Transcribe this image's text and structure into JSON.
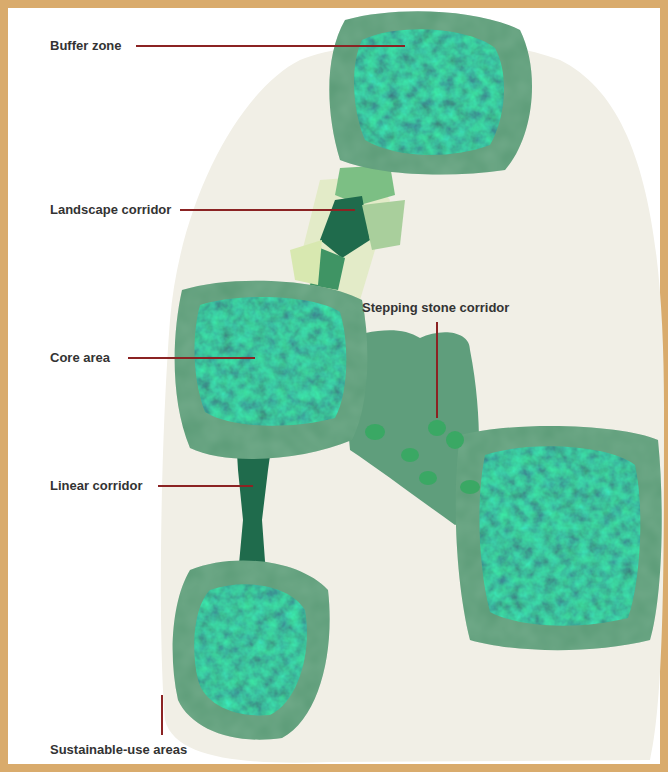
{
  "diagram": {
    "labels": [
      "Buffer zone",
      "Landscape corridor",
      "Core area",
      "Stepping stone corridor",
      "Linear corridor",
      "Sustainable-use areas"
    ]
  }
}
